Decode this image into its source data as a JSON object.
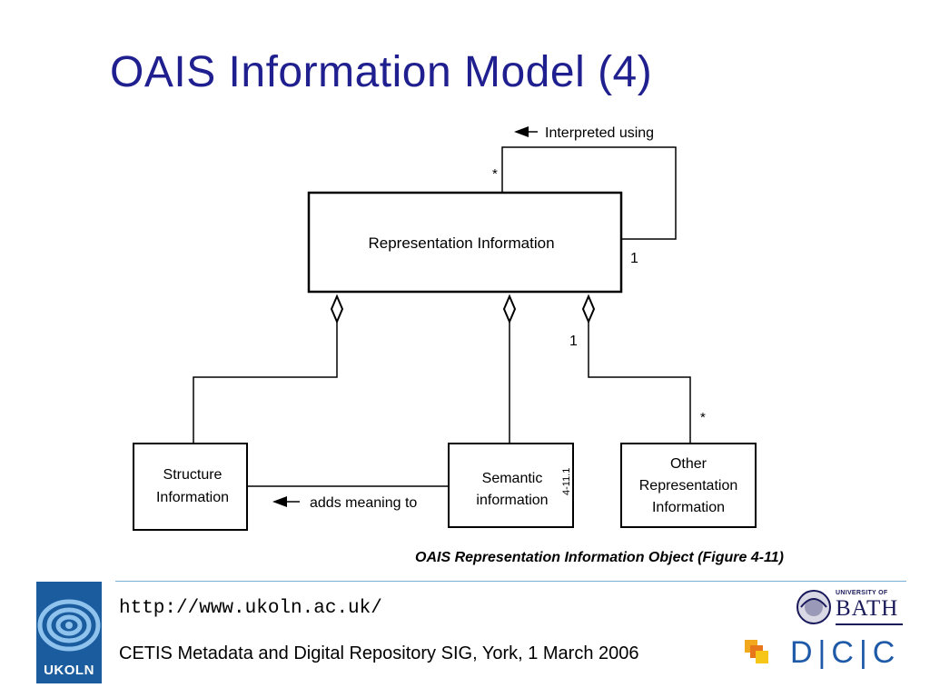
{
  "slide": {
    "title": "OAIS Information Model (4)",
    "caption": "OAIS Representation Information Object (Figure 4-11)"
  },
  "diagram": {
    "boxes": {
      "representation_information": "Representation Information",
      "structure_information": [
        "Structure",
        "Information"
      ],
      "semantic_information": [
        "Semantic",
        "information"
      ],
      "other_representation_information": [
        "Other",
        "Representation",
        "Information"
      ]
    },
    "labels": {
      "interpreted_using": "Interpreted using",
      "adds_meaning_to": "adds meaning to",
      "figure_id": "4-11.1"
    },
    "multiplicities": {
      "self_top": "*",
      "self_right": "1",
      "other_top": "1",
      "other_bottom": "*"
    }
  },
  "footer": {
    "url": "http://www.ukoln.ac.uk/",
    "event": "CETIS Metadata and Digital Repository SIG, York, 1 March 2006",
    "ukoln_logo_text": "UKOLN",
    "bath_logo_small": "UNIVERSITY OF",
    "bath_logo_big": "BATH",
    "dcc_logo_text": "D|C|C",
    "accent_color": "#1f1f8f",
    "rule_color": "#7ab0d8"
  }
}
